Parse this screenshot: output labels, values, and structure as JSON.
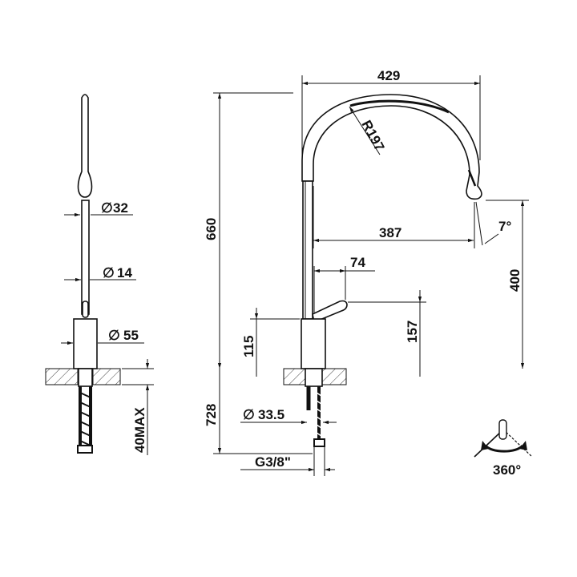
{
  "side_view": {
    "dims": {
      "spout_diameter": "32",
      "body_diameter": "14",
      "base_diameter": "55",
      "deck_thickness": "40MAX"
    }
  },
  "front_view": {
    "dims": {
      "reach_total": "429",
      "arc_radius": "R197",
      "reach_spout": "387",
      "angle": "7°",
      "total_height": "660",
      "spout_height": "400",
      "lever_length": "74",
      "lever_height": "157",
      "base_height": "115",
      "below_deck": "728",
      "shank_diameter": "33.5",
      "thread": "G3/8\""
    }
  },
  "rotation": {
    "label": "360°"
  },
  "colors": {
    "line": "#111111",
    "background": "#ffffff"
  }
}
